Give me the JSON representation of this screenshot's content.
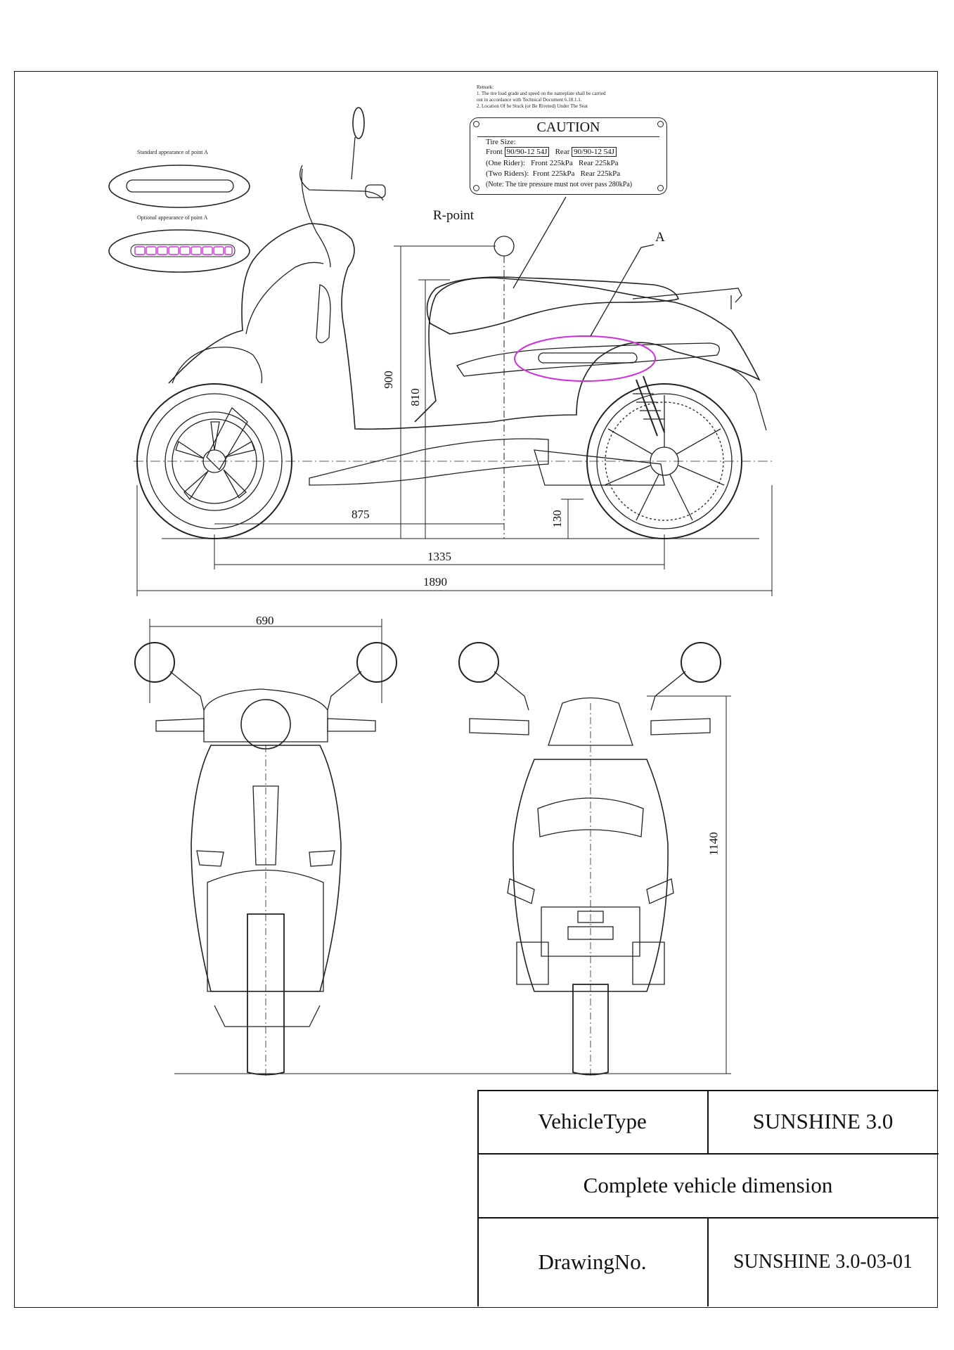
{
  "remark": {
    "heading": "Remark:",
    "lines": [
      "1. The tire load grade and speed on the nameplate shall be carried",
      "out in accordance with Technical Document 6.18.1.1.",
      "2. Location Of be Stuck (or Be Riveted) Under The Seat"
    ]
  },
  "caution_plate": {
    "title": "CAUTION",
    "tire_size_label": "Tire Size:",
    "front_label": "Front",
    "front_size": "90/90-12 54J",
    "rear_label": "Rear",
    "rear_size": "90/90-12 54J",
    "one_rider_label": "(One Rider):",
    "one_rider_front": "Front 225kPa",
    "one_rider_rear": "Rear 225kPa",
    "two_riders_label": "(Two Riders):",
    "two_riders_front": "Front 225kPa",
    "two_riders_rear": "Rear 225kPa",
    "note": "(Note: The tire pressure must not over pass 280kPa)"
  },
  "point_a": {
    "standard_label": "Standard appearance of point A",
    "optional_label": "Optional appearance of point A",
    "highlight_color": "#d22be0"
  },
  "labels": {
    "r_point": "R-point",
    "a_marker": "A"
  },
  "dimensions": {
    "d900": "900",
    "d810": "810",
    "d875": "875",
    "d130": "130",
    "d1335": "1335",
    "d1890": "1890",
    "d690": "690",
    "d1140": "1140"
  },
  "title_block": {
    "vehicle_type_label": "VehicleType",
    "vehicle_type_value": "SUNSHINE 3.0",
    "description": "Complete vehicle dimension",
    "drawing_no_label": "DrawingNo.",
    "drawing_no_value": "SUNSHINE 3.0-03-01"
  }
}
